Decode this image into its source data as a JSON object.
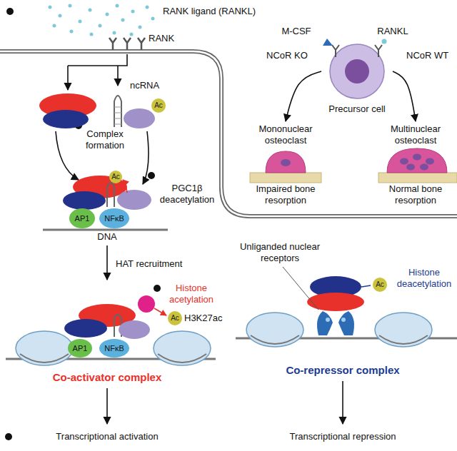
{
  "diagram": {
    "nodes": [
      {
        "text": [
          "Precursor cell"
        ]
      },
      {
        "text": [
          "Mononuclear osteoclast",
          "Impaired bone resorption"
        ]
      },
      {
        "text": [
          "Multinuclear osteoclast",
          "Normal bone resorption"
        ]
      }
    ],
    "edges": [
      {
        "from": 0,
        "to": 1,
        "arrow": "to",
        "label": "NCoR KO"
      },
      {
        "from": 0,
        "to": 2,
        "arrow": "to",
        "label": "NCoR WT"
      }
    ],
    "labels": [
      "RANK ligand (RANKL)",
      "RANK",
      "M-CSF",
      "RANKL",
      "ncRNA",
      "Ac",
      "Complex formation",
      "PGC1β deacetylation",
      "Ac",
      "AP1",
      "NFκB",
      "DNA",
      "HAT recruitment",
      "Histone acetylation",
      "Ac",
      "H3K27ac",
      "AP1",
      "NFκB",
      "Co-activator complex",
      "Unliganded nuclear receptors",
      "Ac",
      "Histone deacetylation",
      "Co-repressor complex",
      "Transcriptional activation",
      "Transcriptional repression"
    ]
  }
}
